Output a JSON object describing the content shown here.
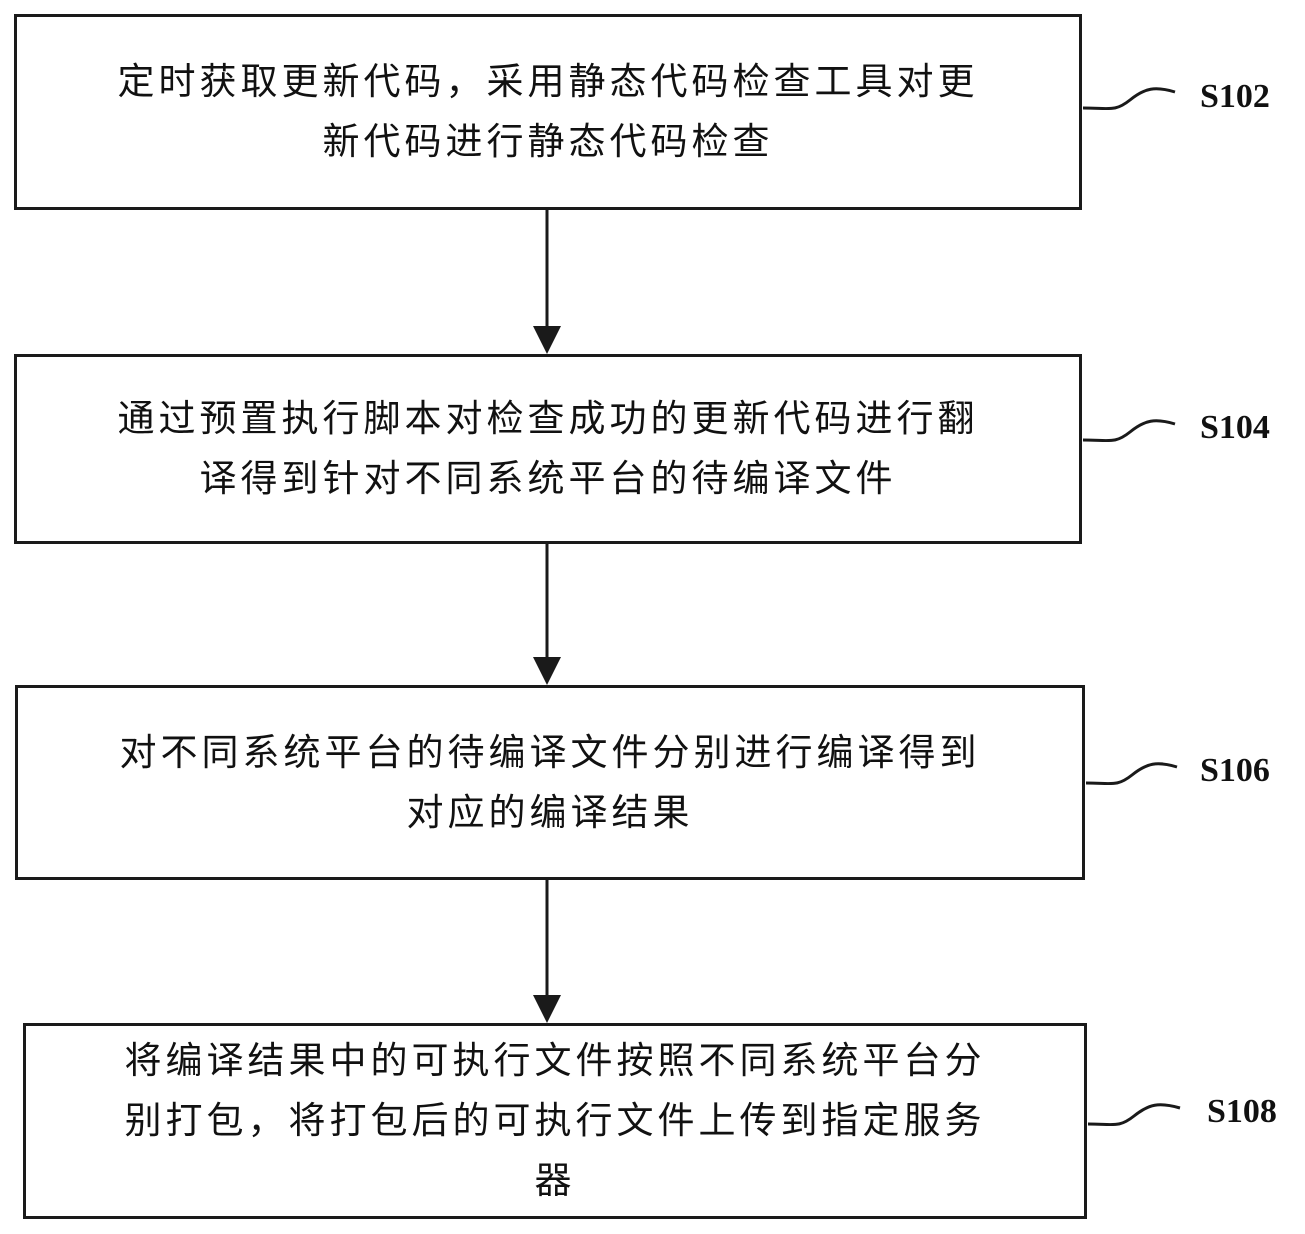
{
  "steps": [
    {
      "id": "S102",
      "lines": [
        "定时获取更新代码，采用静态代码检查工具对更",
        "新代码进行静态代码检查"
      ]
    },
    {
      "id": "S104",
      "lines": [
        "通过预置执行脚本对检查成功的更新代码进行翻",
        "译得到针对不同系统平台的待编译文件"
      ]
    },
    {
      "id": "S106",
      "lines": [
        "对不同系统平台的待编译文件分别进行编译得到",
        "对应的编译结果"
      ]
    },
    {
      "id": "S108",
      "lines": [
        "将编译结果中的可执行文件按照不同系统平台分",
        "别打包，将打包后的可执行文件上传到指定服务",
        "器"
      ]
    }
  ],
  "colors": {
    "stroke": "#1a1a1a",
    "text": "#111111",
    "background": "#ffffff"
  }
}
